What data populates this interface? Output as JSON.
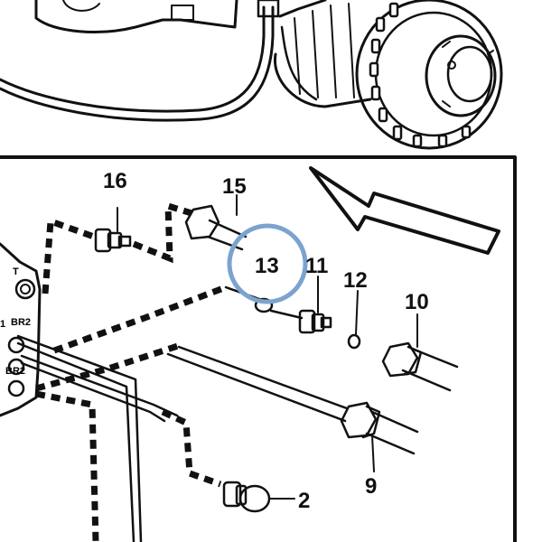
{
  "diagram": {
    "callouts": {
      "c16": "16",
      "c15": "15",
      "c13": "13",
      "c11": "11",
      "c12": "12",
      "c10": "10",
      "c9": "9",
      "c2": "2"
    },
    "port_labels": {
      "p_t": "T",
      "p_br2a": "BR2",
      "p_br2b": "BR2",
      "p_1": "1"
    },
    "highlight_color": "#7ba3cf",
    "ink_color": "#111111"
  }
}
